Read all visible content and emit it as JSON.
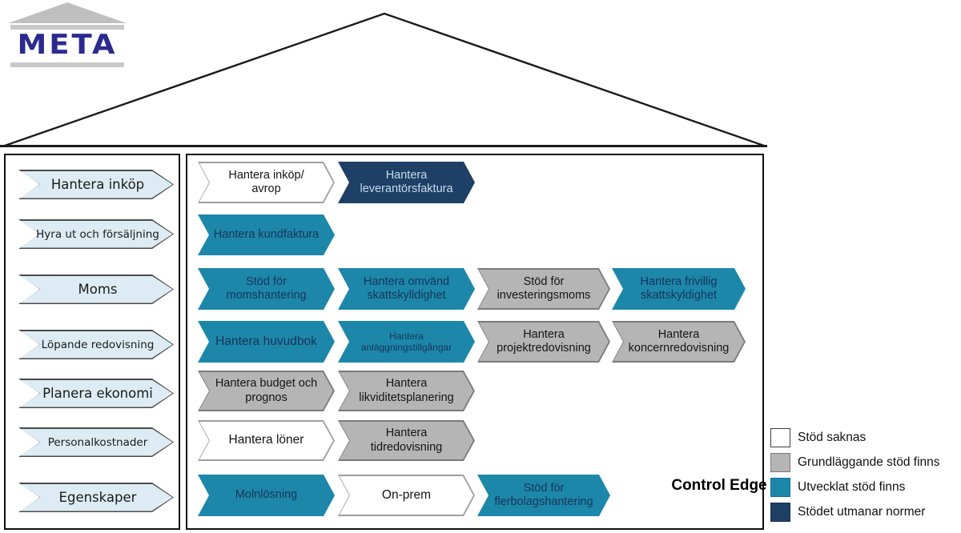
{
  "logo": {
    "text": "META"
  },
  "sidebar": {
    "items": [
      {
        "label": "Hantera inköp"
      },
      {
        "label": "Hyra ut och försäljning"
      },
      {
        "label": "Moms"
      },
      {
        "label": "Löpande redovisning"
      },
      {
        "label": "Planera ekonomi"
      },
      {
        "label": "Personalkostnader"
      },
      {
        "label": "Egenskaper"
      }
    ]
  },
  "main": {
    "rows": [
      {
        "items": [
          {
            "label": "Hantera inköp/ avrop",
            "status": "Stöd saknas"
          },
          {
            "label": "Hantera leverantörsfaktura",
            "status": "Stödet utmanar normer"
          }
        ]
      },
      {
        "items": [
          {
            "label": "Hantera kundfaktura",
            "status": "Utvecklat stöd finns"
          }
        ]
      },
      {
        "items": [
          {
            "label": "Stöd för momshantering",
            "status": "Utvecklat stöd finns"
          },
          {
            "label": "Hantera omvänd skattskylldighet",
            "status": "Utvecklat stöd finns"
          },
          {
            "label": "Stöd för investeringsmoms",
            "status": "Grundläggande stöd finns"
          },
          {
            "label": "Hantera frivillig skattskyldighet",
            "status": "Utvecklat stöd finns"
          }
        ]
      },
      {
        "items": [
          {
            "label": "Hantera huvudbok",
            "status": "Utvecklat stöd finns"
          },
          {
            "label": "Hantera anläggningstillgångar",
            "status": "Utvecklat stöd finns"
          },
          {
            "label": "Hantera projektredovisning",
            "status": "Grundläggande stöd finns"
          },
          {
            "label": "Hantera koncernredovisning",
            "status": "Grundläggande stöd finns"
          }
        ]
      },
      {
        "items": [
          {
            "label": "Hantera budget och prognos",
            "status": "Grundläggande stöd finns"
          },
          {
            "label": "Hantera likviditetsplanering",
            "status": "Grundläggande stöd finns"
          }
        ]
      },
      {
        "items": [
          {
            "label": "Hantera löner",
            "status": "Stöd saknas"
          },
          {
            "label": "Hantera tidredovisning",
            "status": "Grundläggande stöd finns"
          }
        ]
      },
      {
        "items": [
          {
            "label": "Molnlösning",
            "status": "Utvecklat stöd finns"
          },
          {
            "label": "On-prem",
            "status": "Stöd saknas"
          },
          {
            "label": "Stöd för flerbolagshantering",
            "status": "Utvecklat stöd finns"
          }
        ]
      }
    ],
    "corner_label": "Control Edge"
  },
  "legend": {
    "items": [
      {
        "label": "Stöd saknas",
        "color": "#ffffff"
      },
      {
        "label": "Grundläggande stöd finns",
        "color": "#b5b5b5"
      },
      {
        "label": "Utvecklat stöd finns",
        "color": "#1d87aa"
      },
      {
        "label": "Stödet utmanar normer",
        "color": "#1e4066"
      }
    ]
  },
  "colors": {
    "teal": "#1d87aa",
    "navy": "#1e4066",
    "gray": "#b5b5b5",
    "white": "#ffffff",
    "sidebar_fill": "#ddecf4",
    "logo_blue": "#2b2b8f"
  }
}
